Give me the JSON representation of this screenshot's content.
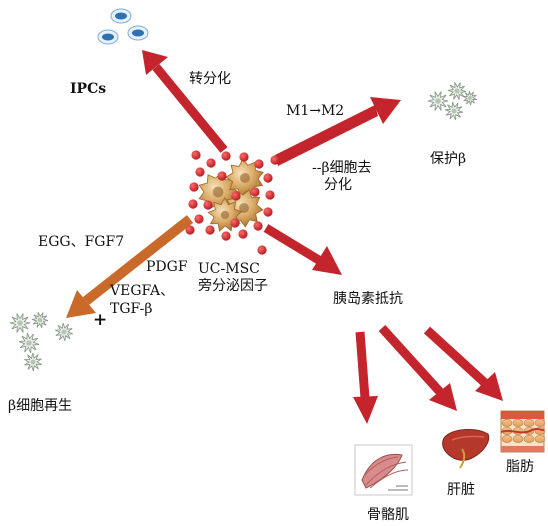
{
  "center": {
    "label_line1": "UC-MSC",
    "label_line2": "旁分泌因子"
  },
  "pathways": {
    "ipc": {
      "label": "转分化",
      "target": "IPCs"
    },
    "beta_protection": {
      "label": "M1→M2",
      "target": "保护β"
    },
    "dedifferentiation": {
      "prefix": "--",
      "line1": "β细胞去",
      "line2": "分化"
    },
    "regeneration": {
      "factors": [
        "EGG、FGF7",
        "PDGF",
        "VEGFA、",
        "TGF-β"
      ],
      "sign": "+",
      "target": "β细胞再生"
    },
    "insulin_resistance": {
      "label": "胰岛素抵抗",
      "tissues": [
        "骨骼肌",
        "肝脏",
        "脂肪"
      ]
    }
  },
  "colors": {
    "arrow_red": "#c4242b",
    "arrow_orange": "#c96a2b",
    "cell_tan": "#d9a864",
    "dot_red": "#d8262b",
    "ipc_blue": "#2f6fb3",
    "islet_gray": "#8a9a8a",
    "liver_red": "#b5392a"
  },
  "icons": [
    "ipc-cell-icon",
    "islet-cluster-icon",
    "muscle-icon",
    "liver-icon",
    "adipose-tissue-icon",
    "msc-cluster-icon"
  ]
}
